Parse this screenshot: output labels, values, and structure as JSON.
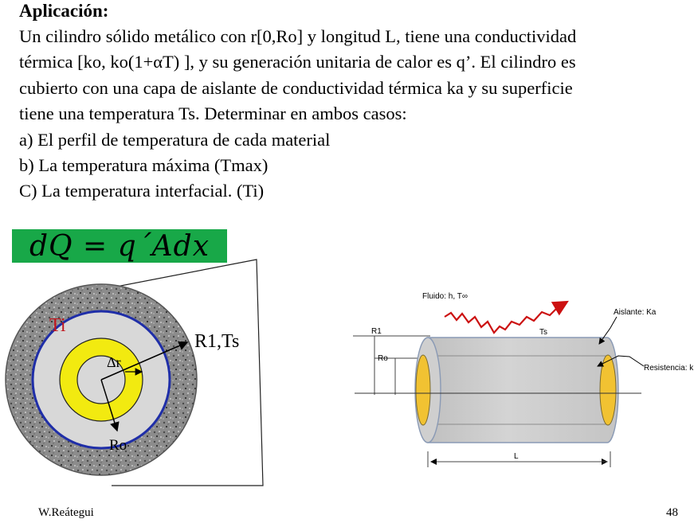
{
  "heading": "Aplicación:",
  "paragraph_lines": [
    "Un cilindro sólido metálico con r[0,Ro] y longitud L, tiene una conductividad",
    "térmica [ko, ko(1+αT) ], y su generación unitaria de calor es q’. El cilindro es",
    "cubierto con una capa de aislante de conductividad térmica ka y su superficie",
    "tiene una temperatura Ts. Determinar en ambos casos:",
    "a) El perfil de temperatura de cada material",
    "b) La temperatura máxima (Tmax)",
    "C) La temperatura interfacial. (Ti)"
  ],
  "formula": "dQ = q´Adx",
  "left_figure": {
    "label_ti": "Ti",
    "label_r1ts": "R1,Ts",
    "label_dr": "Δr",
    "label_ro": "Ro",
    "colors": {
      "insulation": "#8a8a8a",
      "interface_ring": "#1f2ea8",
      "solid": "#d6d6d6",
      "element": "#f2ea10",
      "ti_label": "#c0141c"
    }
  },
  "right_figure": {
    "label_fluid": "Fluido: h, T∞",
    "label_insulation": "Aislante: Ka",
    "label_ts": "Ts",
    "label_r1": "R1",
    "label_ro": "Ro",
    "label_resistance": "Resistencia: k",
    "label_length": "L",
    "colors": {
      "cylinder": "#cfcfcf",
      "end_cap": "#f1c232",
      "heat_arrow": "#cc1111"
    }
  },
  "footer": {
    "author": "W.Reátegui",
    "page_number": "48"
  }
}
